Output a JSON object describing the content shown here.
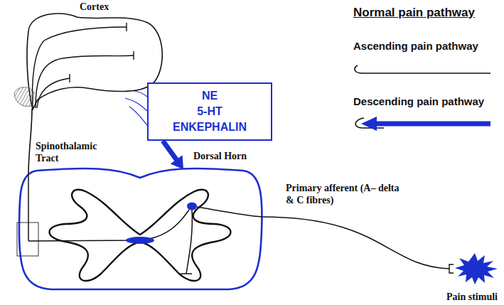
{
  "diagram": {
    "title": "Normal pain pathway",
    "nodes": [
      {
        "text": [
          "Cortex"
        ]
      },
      {
        "text": [
          "NE",
          "5-HT",
          "ENKEPHALIN"
        ]
      },
      {
        "text": [
          "Dorsal Horn"
        ]
      },
      {
        "text": [
          "Pain stimuli"
        ]
      }
    ],
    "edges": [
      {
        "from": 2,
        "to": 0,
        "arrow": "none"
      },
      {
        "from": 1,
        "to": 2,
        "arrow": "to"
      },
      {
        "from": 3,
        "to": 2,
        "arrow": "none",
        "label": "Primary afferent (A– delta & C fibres)"
      }
    ],
    "labels": [
      "Spinothalamic Tract"
    ],
    "legend": [
      {
        "text": "Ascending pain pathway"
      },
      {
        "text": "Descending pain pathway"
      }
    ]
  }
}
